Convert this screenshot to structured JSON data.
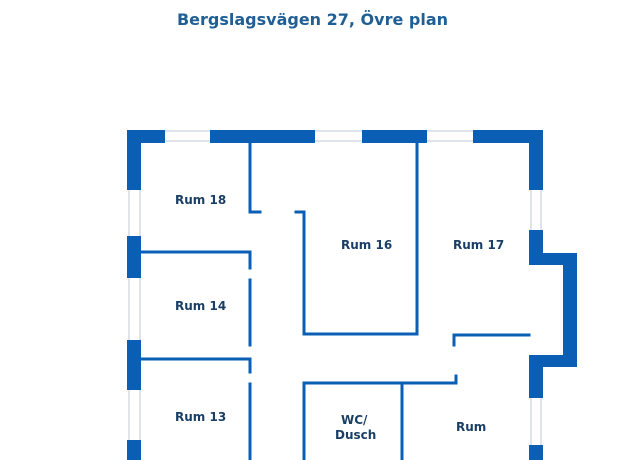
{
  "title": "Bergslagsvägen 27, Övre plan",
  "colors": {
    "wall": "#0a5fb4",
    "window": "#bfcad6",
    "label": "#1a3f66",
    "title": "#1f5f94"
  },
  "rooms": {
    "rum18": "Rum 18",
    "rum16": "Rum 16",
    "rum17": "Rum 17",
    "rum14": "Rum 14",
    "rum13": "Rum 13",
    "wc_line1": "WC/",
    "wc_line2": "Dusch",
    "rum": "Rum"
  }
}
